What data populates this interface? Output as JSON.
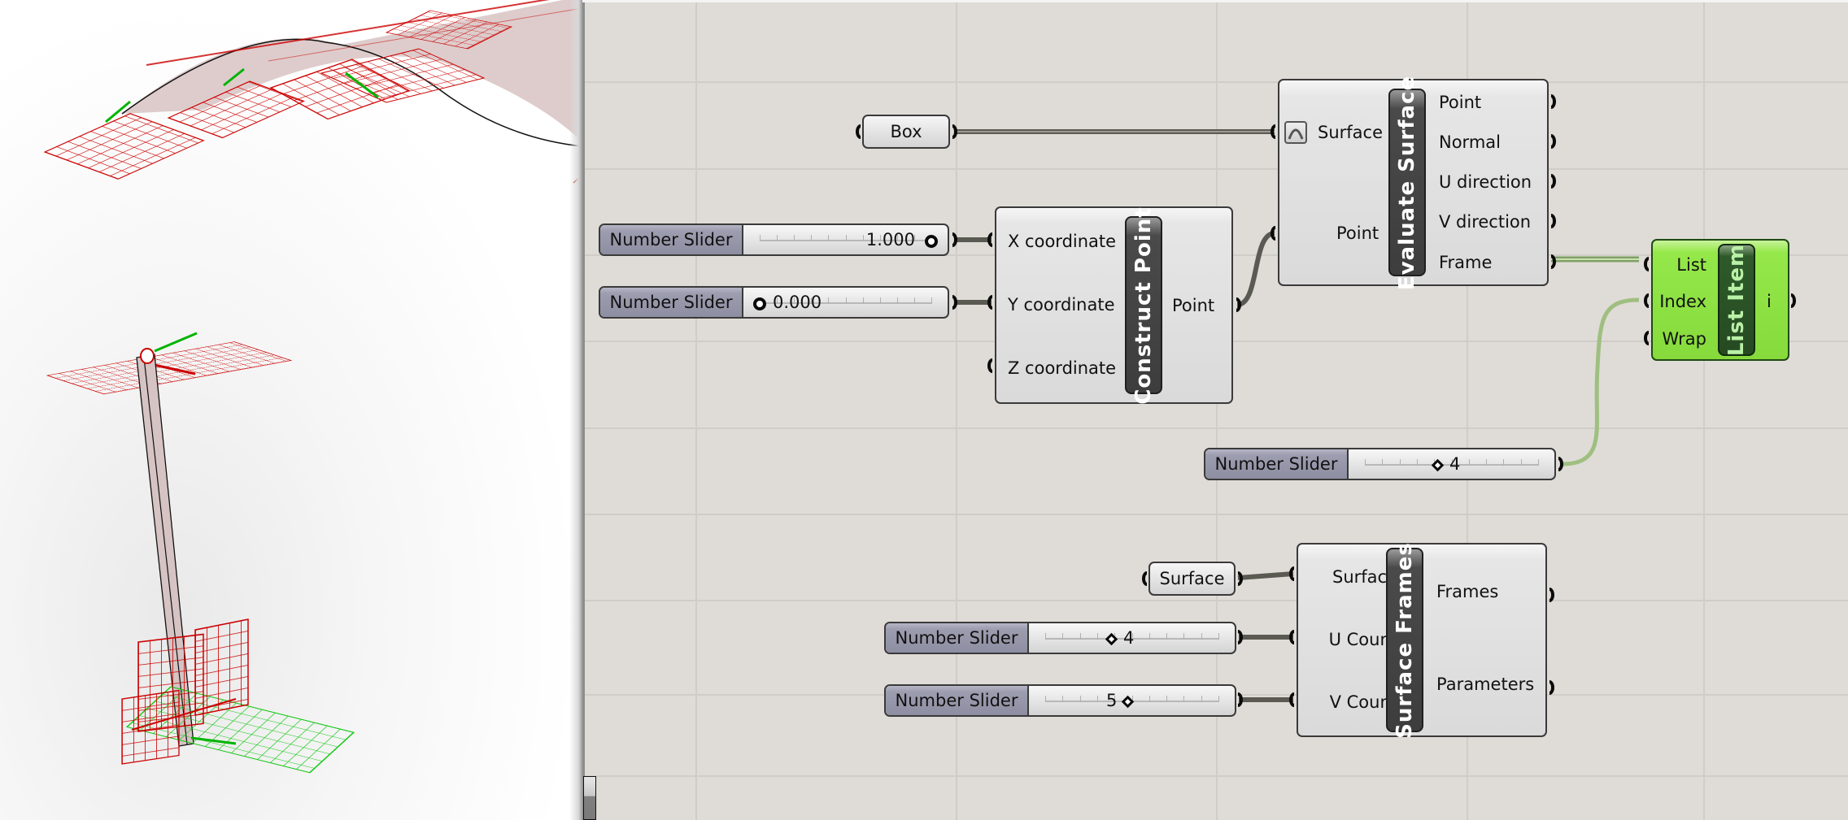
{
  "app": {
    "name": "Grasshopper canvas with Rhino viewport",
    "colors": {
      "canvas_bg": "#dfdcd7",
      "component_grey": "#dadada",
      "component_selected_green": "#8ee044",
      "wire_dark": "#5a5a52",
      "wire_selected": "#86d44a",
      "preview_red": "#cc0000",
      "preview_green": "#00cc00",
      "surface_fill": "#d6c3c3"
    }
  },
  "viewport": {
    "label": "Rhino 3D viewport preview",
    "content": [
      "curved surface with red frame grids",
      "vertical box column",
      "green base grid",
      "red frame grids at base"
    ]
  },
  "components": {
    "box_param": {
      "label": "Box"
    },
    "slider_x": {
      "name": "Number Slider",
      "value": "1.000",
      "knob": "circle",
      "fraction": 1.0
    },
    "slider_y": {
      "name": "Number Slider",
      "value": "0.000",
      "knob": "circle",
      "fraction": 0.0
    },
    "construct_point": {
      "title": "Construct Point",
      "inputs": [
        "X coordinate",
        "Y coordinate",
        "Z coordinate"
      ],
      "outputs": [
        "Point"
      ]
    },
    "evaluate_surface": {
      "title": "Evaluate Surface",
      "inputs": [
        "Surface",
        "Point"
      ],
      "outputs": [
        "Point",
        "Normal",
        "U direction",
        "V direction",
        "Frame"
      ]
    },
    "list_item": {
      "title": "List Item",
      "inputs": [
        "List",
        "Index",
        "Wrap"
      ],
      "outputs": [
        "i"
      ]
    },
    "slider_index": {
      "name": "Number Slider",
      "value": "4",
      "knob": "diamond",
      "fraction": 0.44
    },
    "surface_param": {
      "label": "Surface"
    },
    "surface_frames": {
      "title": "Surface Frames",
      "inputs": [
        "Surface",
        "U Count",
        "V Count"
      ],
      "outputs": [
        "Frames",
        "Parameters"
      ]
    },
    "slider_u": {
      "name": "Number Slider",
      "value": "4",
      "knob": "diamond",
      "fraction": 0.4
    },
    "slider_v": {
      "name": "Number Slider",
      "value": "5",
      "knob": "diamond",
      "fraction": 0.5
    }
  }
}
